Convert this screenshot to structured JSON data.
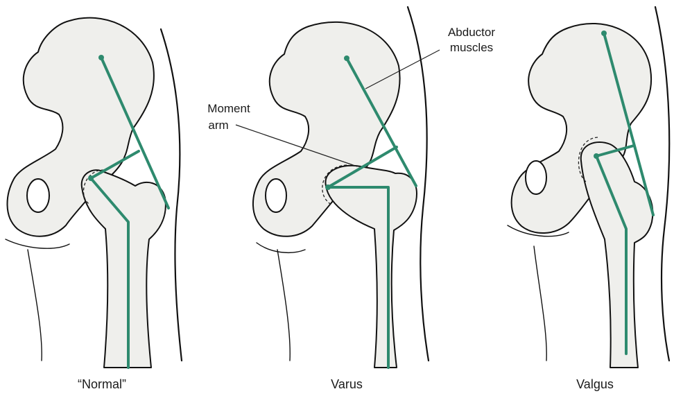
{
  "labels": {
    "abductor": [
      "Abductor",
      "muscles"
    ],
    "moment": [
      "Moment",
      "arm"
    ]
  },
  "panels": [
    {
      "id": "normal",
      "caption": "“Normal”"
    },
    {
      "id": "varus",
      "caption": "Varus"
    },
    {
      "id": "valgus",
      "caption": "Valgus"
    }
  ],
  "colors": {
    "lever": "#2e8a6e",
    "bone": "#efefec",
    "ink": "#111111"
  }
}
